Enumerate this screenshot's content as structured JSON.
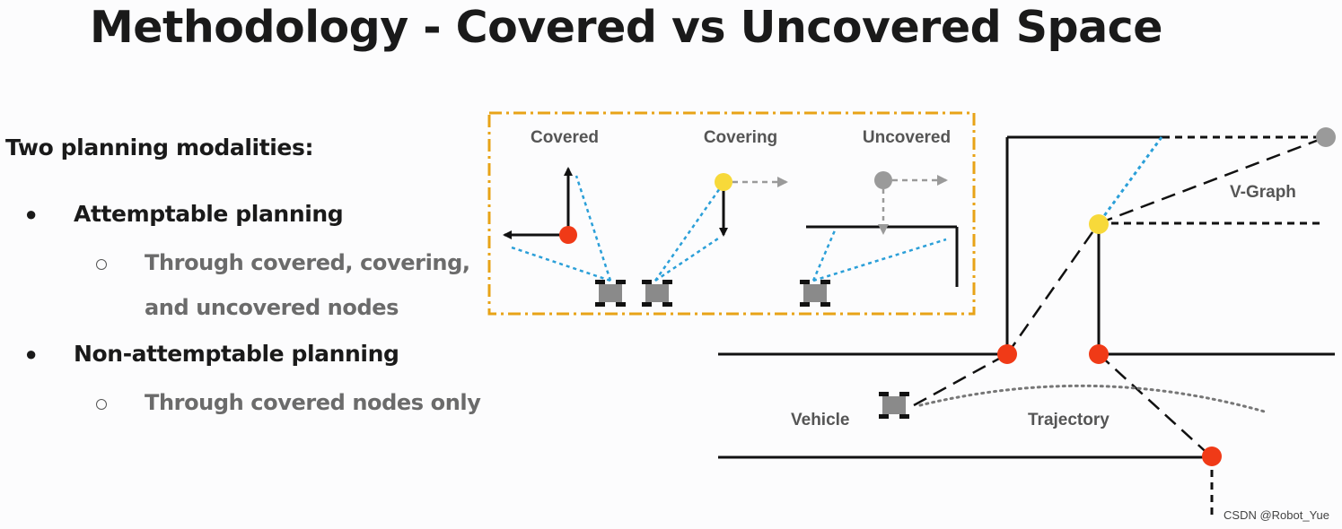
{
  "title": "Methodology - Covered vs Uncovered Space",
  "heading": "Two planning modalities:",
  "bullets": [
    {
      "label": "Attemptable planning",
      "sub": [
        "Through covered, covering,",
        "and uncovered nodes"
      ]
    },
    {
      "label": "Non-attemptable planning",
      "sub": [
        "Through covered nodes only"
      ]
    }
  ],
  "legend_box": {
    "labels": [
      "Covered",
      "Covering",
      "Uncovered"
    ],
    "border_color": "#e8a317"
  },
  "scene": {
    "vgraph_label": "V-Graph",
    "vehicle_label": "Vehicle",
    "trajectory_label": "Trajectory"
  },
  "colors": {
    "covered": "#f03a17",
    "covering": "#f7d93a",
    "uncovered": "#9a9a9a",
    "sight_line": "#2b9fd8"
  },
  "watermark": "CSDN @Robot_Yue"
}
